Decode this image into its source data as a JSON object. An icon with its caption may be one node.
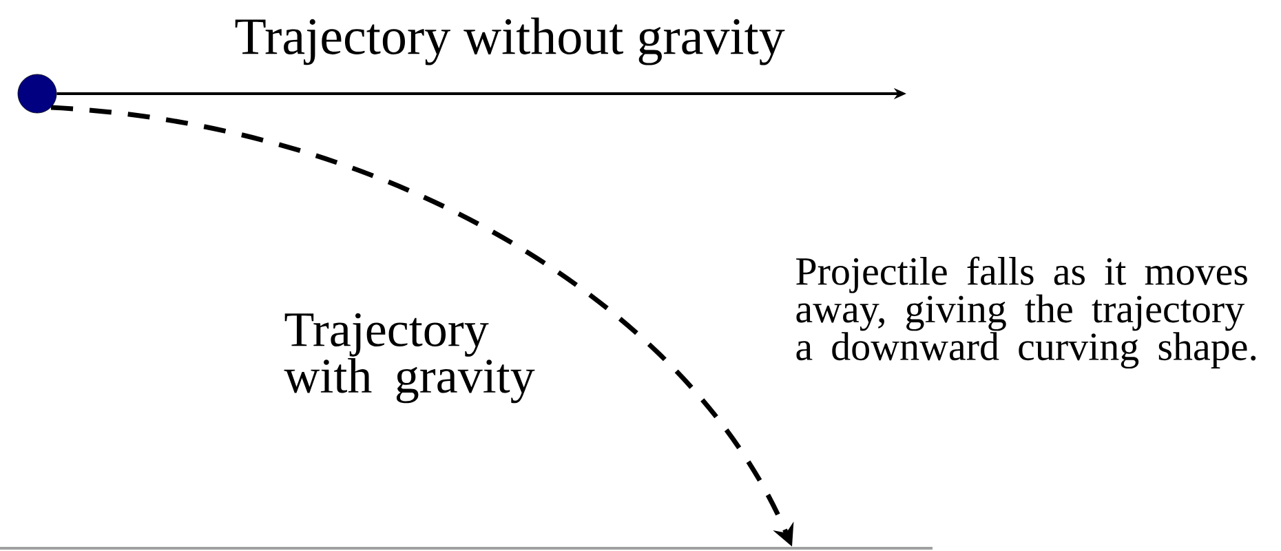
{
  "diagram": {
    "nodes": [
      {
        "text": [],
        "shape": "circle"
      },
      {
        "text": [],
        "shape": "bar"
      }
    ],
    "edges": [
      {
        "from": 0,
        "to": null,
        "arrow": "to",
        "label": "Trajectory without gravity"
      },
      {
        "from": 0,
        "to": 1,
        "arrow": "to",
        "style": "dashed",
        "label": "Trajectory with gravity"
      }
    ],
    "labels": [
      "Projectile falls as it moves away, giving the trajectory a downward curving shape."
    ]
  }
}
